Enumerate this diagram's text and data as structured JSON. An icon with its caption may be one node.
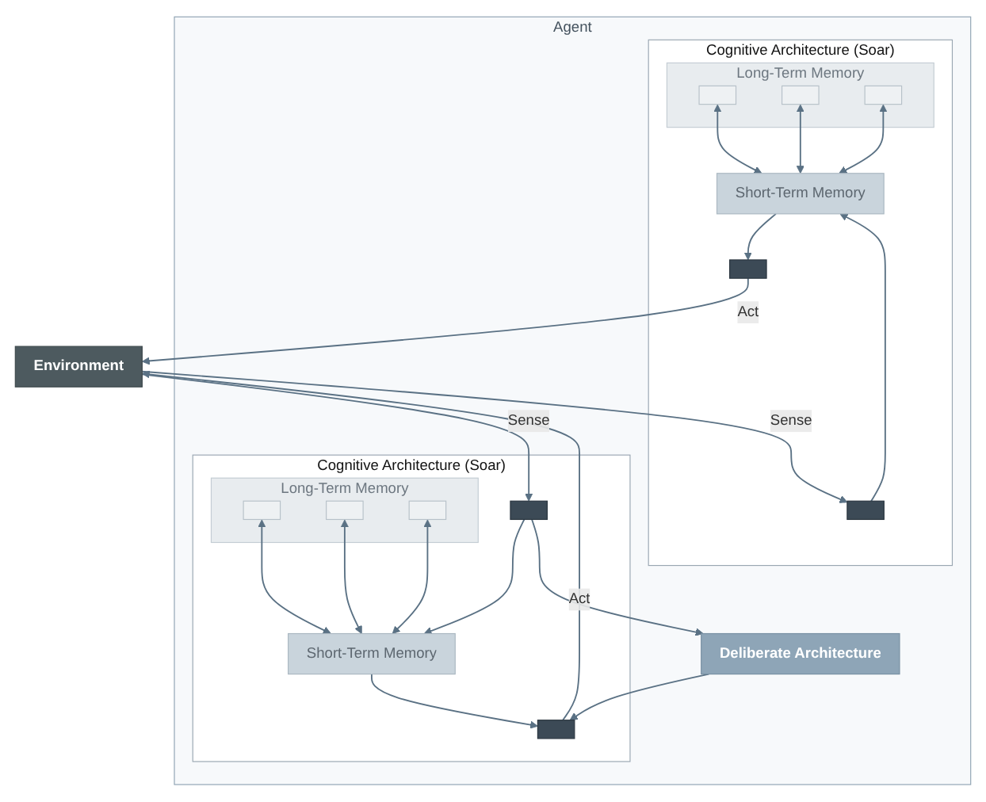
{
  "diagram": {
    "nodes": [
      {
        "text": [
          "Agent"
        ]
      },
      {
        "text": [
          "Cognitive Architecture (Soar)"
        ],
        "in": 0
      },
      {
        "text": [
          "Long-Term Memory"
        ],
        "in": 1
      },
      {
        "text": [],
        "shape": "box",
        "in": 2
      },
      {
        "text": [],
        "shape": "box",
        "in": 2
      },
      {
        "text": [],
        "shape": "box",
        "in": 2
      },
      {
        "text": [
          "Short-Term Memory"
        ],
        "in": 1
      },
      {
        "text": [],
        "shape": "bar",
        "in": 1
      },
      {
        "text": [],
        "shape": "bar",
        "in": 1
      },
      {
        "text": [
          "Deliberate Architecture"
        ],
        "in": 0
      },
      {
        "text": [
          "Cognitive Architecture (Soar)"
        ],
        "in": 0
      },
      {
        "text": [
          "Long-Term Memory"
        ],
        "in": 10
      },
      {
        "text": [],
        "shape": "box",
        "in": 11
      },
      {
        "text": [],
        "shape": "box",
        "in": 11
      },
      {
        "text": [],
        "shape": "box",
        "in": 11
      },
      {
        "text": [
          "Short-Term Memory"
        ],
        "in": 10
      },
      {
        "text": [],
        "shape": "bar",
        "in": 10
      },
      {
        "text": [],
        "shape": "bar",
        "in": 10
      },
      {
        "text": [
          "Environment"
        ]
      }
    ],
    "edges": [
      {
        "from": 3,
        "to": 6,
        "arrow": "both"
      },
      {
        "from": 4,
        "to": 6,
        "arrow": "both"
      },
      {
        "from": 5,
        "to": 6,
        "arrow": "both"
      },
      {
        "from": 7,
        "to": 6,
        "arrow": "to"
      },
      {
        "from": 6,
        "to": 8,
        "arrow": "to"
      },
      {
        "from": 18,
        "to": 7,
        "arrow": "to",
        "label": "Sense"
      },
      {
        "from": 8,
        "to": 18,
        "arrow": "to",
        "label": "Act"
      },
      {
        "from": 12,
        "to": 15,
        "arrow": "both"
      },
      {
        "from": 13,
        "to": 15,
        "arrow": "both"
      },
      {
        "from": 14,
        "to": 15,
        "arrow": "both"
      },
      {
        "from": 16,
        "to": 15,
        "arrow": "to"
      },
      {
        "from": 15,
        "to": 17,
        "arrow": "to"
      },
      {
        "from": 18,
        "to": 16,
        "arrow": "to",
        "label": "Sense"
      },
      {
        "from": 17,
        "to": 18,
        "arrow": "to",
        "label": "Act"
      },
      {
        "from": 16,
        "to": 9,
        "arrow": "to"
      },
      {
        "from": 9,
        "to": 17,
        "arrow": "to"
      }
    ]
  }
}
